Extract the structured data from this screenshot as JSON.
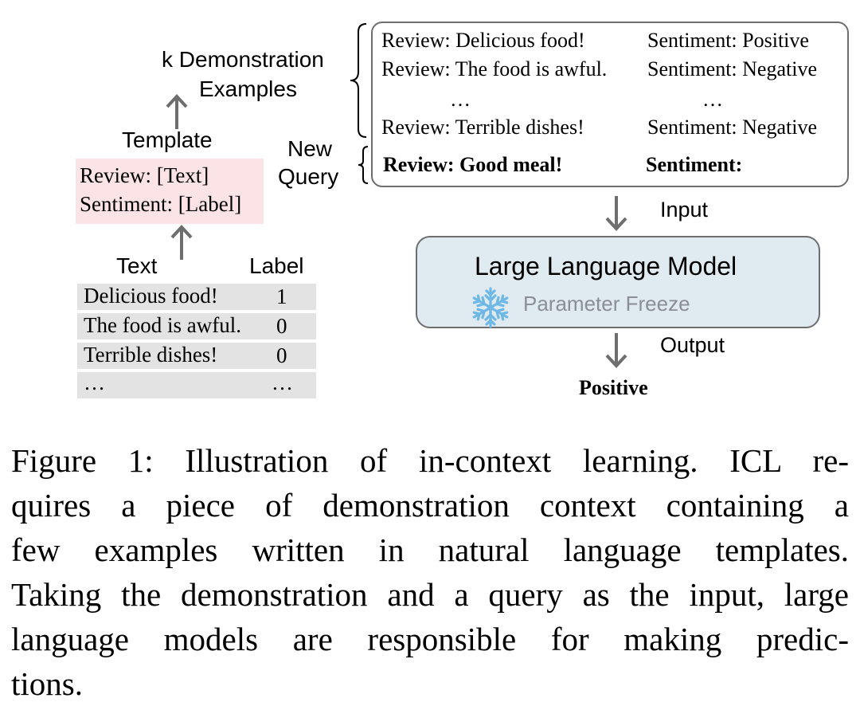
{
  "left": {
    "k_demo_label": [
      "k Demonstration",
      "Examples"
    ],
    "template_label": "Template",
    "template_lines": [
      "Review: [Text]",
      "Sentiment: [Label]"
    ],
    "new_query_label": [
      "New",
      "Query"
    ],
    "table": {
      "headers": [
        "Text",
        "Label"
      ],
      "rows": [
        {
          "text": "Delicious food!",
          "label": "1"
        },
        {
          "text": "The food is awful.",
          "label": "0"
        },
        {
          "text": "Terrible dishes!",
          "label": "0"
        },
        {
          "text": "…",
          "label": "…"
        }
      ]
    }
  },
  "demo": {
    "rows": [
      {
        "review": "Review: Delicious food!",
        "sentiment": "Sentiment: Positive"
      },
      {
        "review": "Review: The food is awful.",
        "sentiment": "Sentiment: Negative"
      },
      {
        "review": "…",
        "sentiment": "…"
      },
      {
        "review": "Review: Terrible dishes!",
        "sentiment": "Sentiment: Negative"
      }
    ],
    "query": {
      "review": "Review: Good meal!",
      "sentiment": "Sentiment:"
    }
  },
  "flow": {
    "input_label": "Input",
    "output_label": "Output",
    "output_value": "Positive"
  },
  "llm": {
    "title": "Large Language Model",
    "subtitle": "Parameter Freeze",
    "icon": "snowflake-icon"
  },
  "caption": {
    "lines": [
      "Figure 1: Illustration of in-context learning. ICL re-",
      "quires a piece of demonstration context containing a",
      "few examples written in natural language templates.",
      "Taking the demonstration and a query as the input, large",
      "language models are responsible for making predic-",
      "tions."
    ]
  },
  "colors": {
    "template_bg": "#fbe3e6",
    "table_bg": "#e3e3e3",
    "llm_bg": "#dfeaf1",
    "border": "#6e6e6e",
    "snowflake": "#6fb8e6",
    "muted_text": "#8a8f94"
  }
}
